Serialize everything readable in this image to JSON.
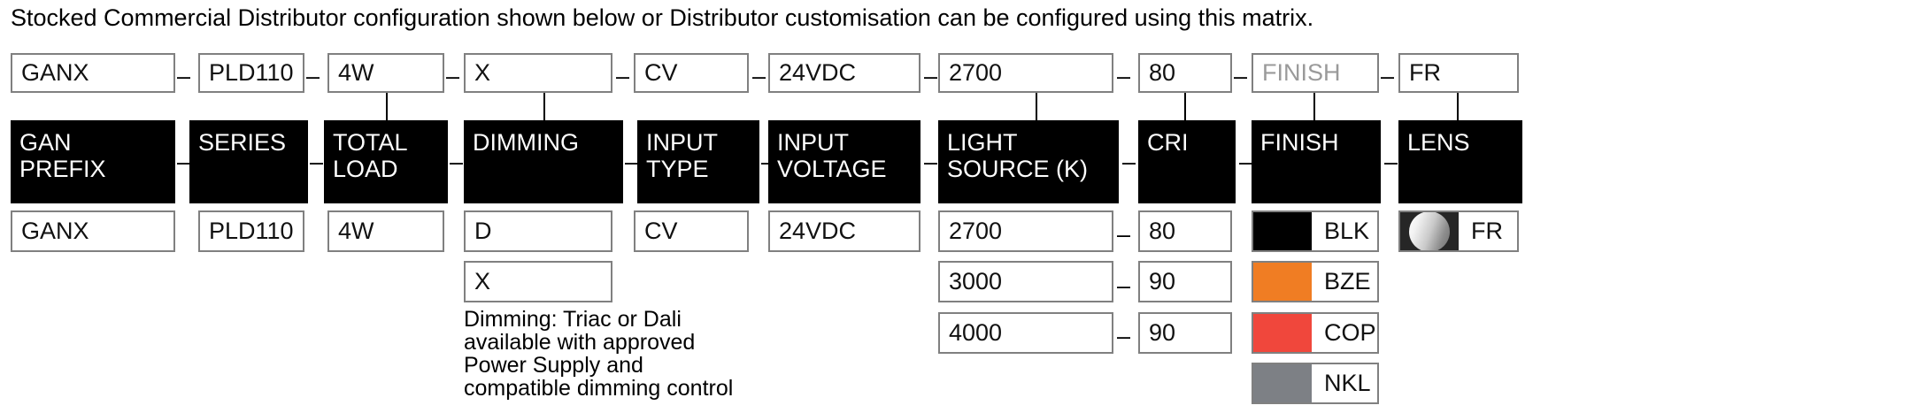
{
  "intro": "Stocked Commercial Distributor configuration shown below or Distributor customisation can be configured using this matrix.",
  "separator": "–",
  "colors": {
    "header_bg": "#000000",
    "header_text": "#ffffff",
    "box_border": "#808080",
    "muted_text": "#9a9a9a",
    "blk": "#000000",
    "bze": "#F07D23",
    "cop": "#F0473C",
    "nkl": "#7D8085",
    "lens_bg": "#262626"
  },
  "code_row": [
    {
      "value": "GANX",
      "muted": false
    },
    {
      "value": "PLD110",
      "muted": false
    },
    {
      "value": "4W",
      "muted": false
    },
    {
      "value": "X",
      "muted": false
    },
    {
      "value": "CV",
      "muted": false
    },
    {
      "value": "24VDC",
      "muted": false
    },
    {
      "value": "2700",
      "muted": false
    },
    {
      "value": "80",
      "muted": false
    },
    {
      "value": "FINISH",
      "muted": true
    },
    {
      "value": "FR",
      "muted": false
    }
  ],
  "headers": [
    {
      "label": "GAN\nPREFIX"
    },
    {
      "label": "SERIES"
    },
    {
      "label": "TOTAL\nLOAD"
    },
    {
      "label": "DIMMING"
    },
    {
      "label": "INPUT\nTYPE"
    },
    {
      "label": "INPUT\nVOLTAGE"
    },
    {
      "label": "LIGHT\nSOURCE (K)"
    },
    {
      "label": "CRI"
    },
    {
      "label": "FINISH"
    },
    {
      "label": "LENS"
    }
  ],
  "options": {
    "gan_prefix": [
      "GANX"
    ],
    "series": [
      "PLD110"
    ],
    "total_load": [
      "4W"
    ],
    "dimming": [
      "D",
      "X"
    ],
    "input_type": [
      "CV"
    ],
    "input_voltage": [
      "24VDC"
    ],
    "light_source": [
      "2700",
      "3000",
      "4000"
    ],
    "cri": [
      "80",
      "90",
      "90"
    ],
    "finish": [
      {
        "label": "BLK",
        "color": "#000000"
      },
      {
        "label": "BZE",
        "color": "#F07D23"
      },
      {
        "label": "COP",
        "color": "#F0473C"
      },
      {
        "label": "NKL",
        "color": "#7D8085"
      }
    ],
    "lens": [
      {
        "label": "FR",
        "swatch": "frosted-lens-icon"
      }
    ]
  },
  "dimming_note": "Dimming: Triac or Dali\navailable with approved\nPower Supply and\ncompatible dimming control"
}
